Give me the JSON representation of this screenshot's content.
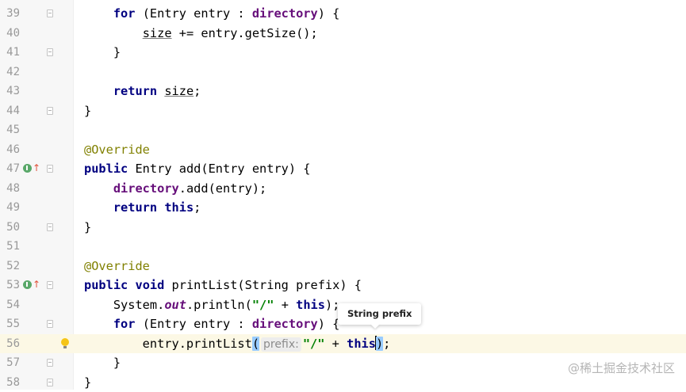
{
  "colors": {
    "keyword": "#000080",
    "field": "#660e7a",
    "annotation": "#808000",
    "string": "#008000",
    "line_number": "#999999",
    "current_line_bg": "#fcf8e5",
    "paren_highlight": "#99ccff"
  },
  "icons": {
    "override": "override-marker-icon",
    "fold": "fold-marker-icon",
    "intention": "lightbulb-icon"
  },
  "lines": [
    {
      "no": "39",
      "code": [
        {
          "t": "    "
        },
        {
          "t": "for",
          "c": "kw"
        },
        {
          "t": " (Entry entry : "
        },
        {
          "t": "directory",
          "c": "fld"
        },
        {
          "t": ") {"
        }
      ],
      "fold": true
    },
    {
      "no": "40",
      "code": [
        {
          "t": "        "
        },
        {
          "t": "size",
          "c": "ul"
        },
        {
          "t": " += entry.getSize();"
        }
      ]
    },
    {
      "no": "41",
      "code": [
        {
          "t": "    }"
        }
      ],
      "fold": true
    },
    {
      "no": "42",
      "code": []
    },
    {
      "no": "43",
      "code": [
        {
          "t": "    "
        },
        {
          "t": "return",
          "c": "kw"
        },
        {
          "t": " "
        },
        {
          "t": "size",
          "c": "ul"
        },
        {
          "t": ";"
        }
      ]
    },
    {
      "no": "44",
      "code": [
        {
          "t": "}"
        }
      ],
      "fold": true
    },
    {
      "no": "45",
      "code": []
    },
    {
      "no": "46",
      "code": [
        {
          "t": "@Override",
          "c": "ann"
        }
      ]
    },
    {
      "no": "47",
      "code": [
        {
          "t": "public",
          "c": "kw"
        },
        {
          "t": " Entry add(Entry entry) {"
        }
      ],
      "fold": true,
      "override": true
    },
    {
      "no": "48",
      "code": [
        {
          "t": "    "
        },
        {
          "t": "directory",
          "c": "fld"
        },
        {
          "t": ".add(entry);"
        }
      ]
    },
    {
      "no": "49",
      "code": [
        {
          "t": "    "
        },
        {
          "t": "return",
          "c": "kw"
        },
        {
          "t": " "
        },
        {
          "t": "this",
          "c": "kw"
        },
        {
          "t": ";"
        }
      ]
    },
    {
      "no": "50",
      "code": [
        {
          "t": "}"
        }
      ],
      "fold": true
    },
    {
      "no": "51",
      "code": []
    },
    {
      "no": "52",
      "code": [
        {
          "t": "@Override",
          "c": "ann"
        }
      ]
    },
    {
      "no": "53",
      "code": [
        {
          "t": "public",
          "c": "kw"
        },
        {
          "t": " "
        },
        {
          "t": "void",
          "c": "kw"
        },
        {
          "t": " printList(String prefix) {"
        }
      ],
      "fold": true,
      "override": true
    },
    {
      "no": "54",
      "code": [
        {
          "t": "    System."
        },
        {
          "t": "out",
          "c": "fld-it"
        },
        {
          "t": ".println("
        },
        {
          "t": "\"/\"",
          "c": "str"
        },
        {
          "t": " + "
        },
        {
          "t": "this",
          "c": "kw"
        },
        {
          "t": ");"
        }
      ]
    },
    {
      "no": "55",
      "code": [
        {
          "t": "    "
        },
        {
          "t": "for",
          "c": "kw"
        },
        {
          "t": " (Entry entry : "
        },
        {
          "t": "directory",
          "c": "fld"
        },
        {
          "t": ") {"
        }
      ],
      "fold": true
    },
    {
      "no": "56",
      "code": [
        {
          "t": "        entry.printList"
        },
        {
          "t": "(",
          "c": "paren-hl"
        },
        {
          "t": "prefix:",
          "c": "hint"
        },
        {
          "t": "\"/\"",
          "c": "str"
        },
        {
          "t": " + "
        },
        {
          "t": "this",
          "c": "kw"
        },
        {
          "t": "|",
          "c": "caret"
        },
        {
          "t": ")",
          "c": "paren-hl"
        },
        {
          "t": ";"
        }
      ],
      "current": true,
      "bulb": true
    },
    {
      "no": "57",
      "code": [
        {
          "t": "    }"
        }
      ],
      "fold": true
    },
    {
      "no": "58",
      "code": [
        {
          "t": "}"
        }
      ],
      "fold": true
    }
  ],
  "tooltip": {
    "text": "String prefix"
  },
  "watermark": "@稀土掘金技术社区"
}
